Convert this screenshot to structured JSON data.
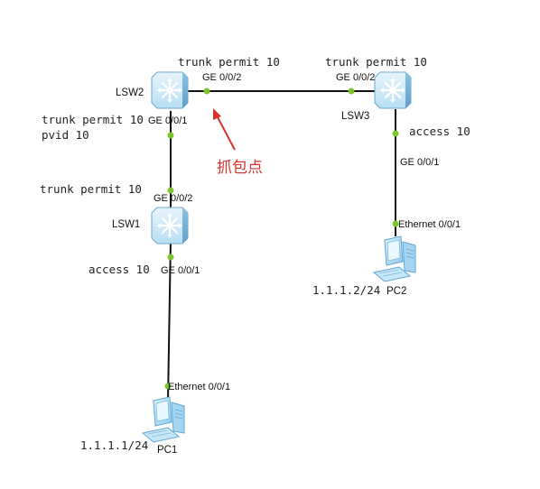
{
  "devices": {
    "lsw2": "LSW2",
    "lsw3": "LSW3",
    "lsw1": "LSW1",
    "pc1": "PC1",
    "pc2": "PC2"
  },
  "ports": {
    "lsw2_ge002": "GE 0/0/2",
    "lsw3_ge002": "GE 0/0/2",
    "lsw2_ge001": "GE 0/0/1",
    "lsw1_ge002": "GE 0/0/2",
    "lsw1_ge001": "GE 0/0/1",
    "lsw3_ge001": "GE 0/0/1",
    "pc1_eth": "Ethernet 0/0/1",
    "pc2_eth": "Ethernet 0/0/1"
  },
  "configs": {
    "lsw2_uplink": "trunk permit 10",
    "lsw3_uplink": "trunk permit 10",
    "lsw2_down": "trunk permit 10",
    "lsw2_pvid": "pvid 10",
    "lsw1_up": "trunk permit 10",
    "lsw1_access": "access 10",
    "lsw3_access": "access 10"
  },
  "addresses": {
    "pc1": "1.1.1.1/24",
    "pc2": "1.1.1.2/24"
  },
  "capture_point": "抓包点",
  "colors": {
    "port_dot": "#7cc52a",
    "capture_arrow": "#d8322a",
    "switch_body": "#a9d4ee"
  },
  "icons": {
    "switch": "layer3-switch-icon",
    "pc": "pc-workstation-icon"
  }
}
